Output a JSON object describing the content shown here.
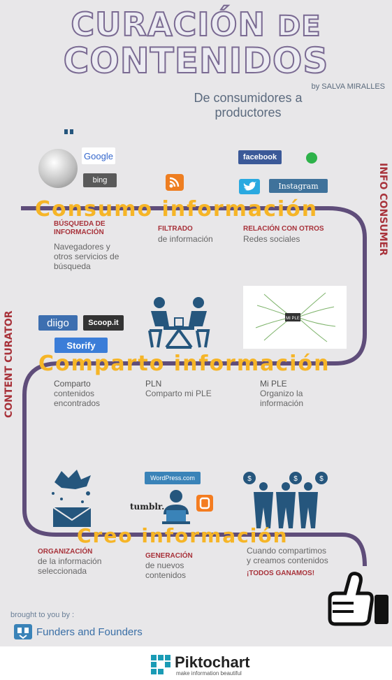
{
  "title": {
    "line1": "CURACIÓN",
    "line1b": "DE",
    "line2": "CONTENIDOS"
  },
  "author": "by SALVA MIRALLES",
  "subtitle": "De consumidores a productores",
  "side_labels": {
    "right": "INFO CONSUMER",
    "left": "CONTENT CURATOR"
  },
  "sections": [
    {
      "title": "Consumo información",
      "items": [
        {
          "bold": "Búsqueda de información",
          "text": "Navegadores y otros servicios de búsqueda"
        },
        {
          "bold": "Filtrado",
          "text": "de información"
        },
        {
          "bold": "Relación con otros",
          "text": "Redes sociales"
        }
      ]
    },
    {
      "title": "Comparto información",
      "items": [
        {
          "bold": "Comparto",
          "text": "contenidos encontrados"
        },
        {
          "bold": "PLN",
          "text": "Comparto mi PLE"
        },
        {
          "bold": "Mi PLE",
          "text": "Organizo la información"
        }
      ]
    },
    {
      "title": "Creo información",
      "items": [
        {
          "bold": "Organización",
          "text": "de la información seleccionada"
        },
        {
          "bold": "Generación",
          "text": "de nuevos contenidos"
        },
        {
          "bold": "",
          "text": "Cuando compartimos y creamos contenidos"
        }
      ],
      "extra": "¡TODOS GANAMOS!"
    }
  ],
  "logos": {
    "google": "Google",
    "bing": "bing",
    "facebook": "facebook",
    "instagram": "Instagram",
    "diigo": "diigo",
    "scoopit": "Scoop.it",
    "storify": "Storify",
    "wordpress": "WordPress.com",
    "tumblr": "tumblr.",
    "ple_center": "MI PLE"
  },
  "credits": {
    "brought": "brought to you by :",
    "sponsor": "Funders and Founders"
  },
  "footer": {
    "brand": "Piktochart",
    "tagline": "make information beautiful"
  },
  "colors": {
    "path": "#5f4d7a",
    "accent": "#f6b527",
    "label": "#a8323a",
    "icon": "#25567d"
  }
}
